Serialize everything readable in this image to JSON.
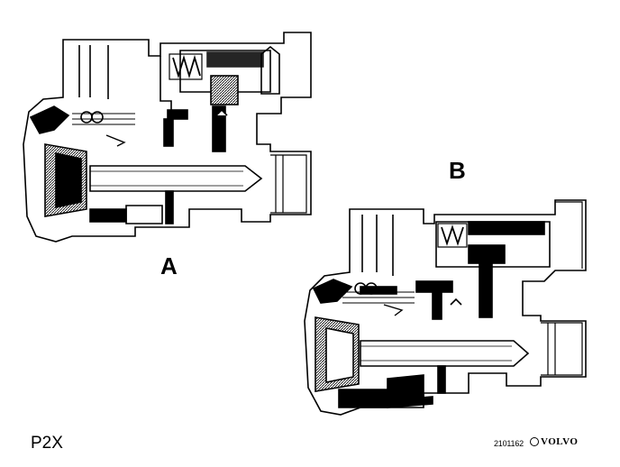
{
  "labels": {
    "view_a": "A",
    "view_b": "B",
    "model": "P2X",
    "figure_code": "2101162",
    "brand": "VOLVO"
  }
}
